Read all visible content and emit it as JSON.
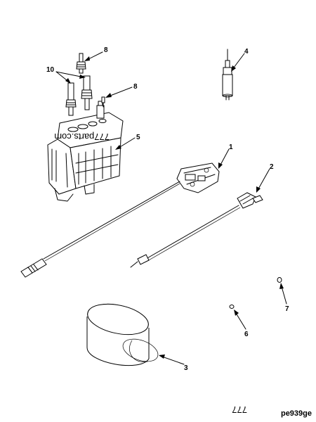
{
  "callouts": {
    "c1": "1",
    "c2": "2",
    "c3": "3",
    "c4": "4",
    "c5": "5",
    "c6": "6",
    "c7": "7",
    "c8a": "8",
    "c8b": "8",
    "c10": "10"
  },
  "watermark": {
    "text": "777parts.com",
    "corner_logo": "777"
  },
  "reference_code": "pe939ge"
}
